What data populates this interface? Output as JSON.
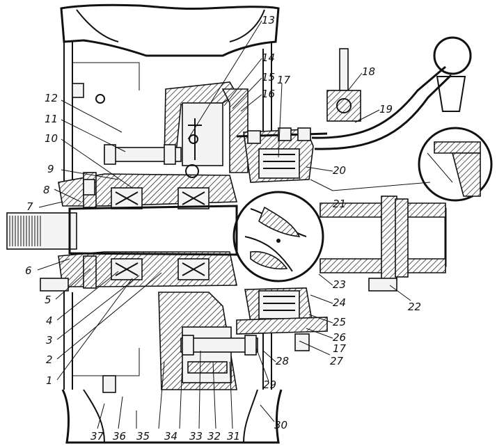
{
  "callouts": [
    "1",
    "2",
    "3",
    "4",
    "5",
    "6",
    "7",
    "8",
    "9",
    "10",
    "11",
    "12",
    "13",
    "14",
    "15",
    "16",
    "17",
    "18",
    "19",
    "20",
    "21",
    "22",
    "23",
    "24",
    "25",
    "26",
    "17",
    "27",
    "28",
    "29",
    "30",
    "31",
    "32",
    "33",
    "34",
    "35",
    "36",
    "37"
  ]
}
